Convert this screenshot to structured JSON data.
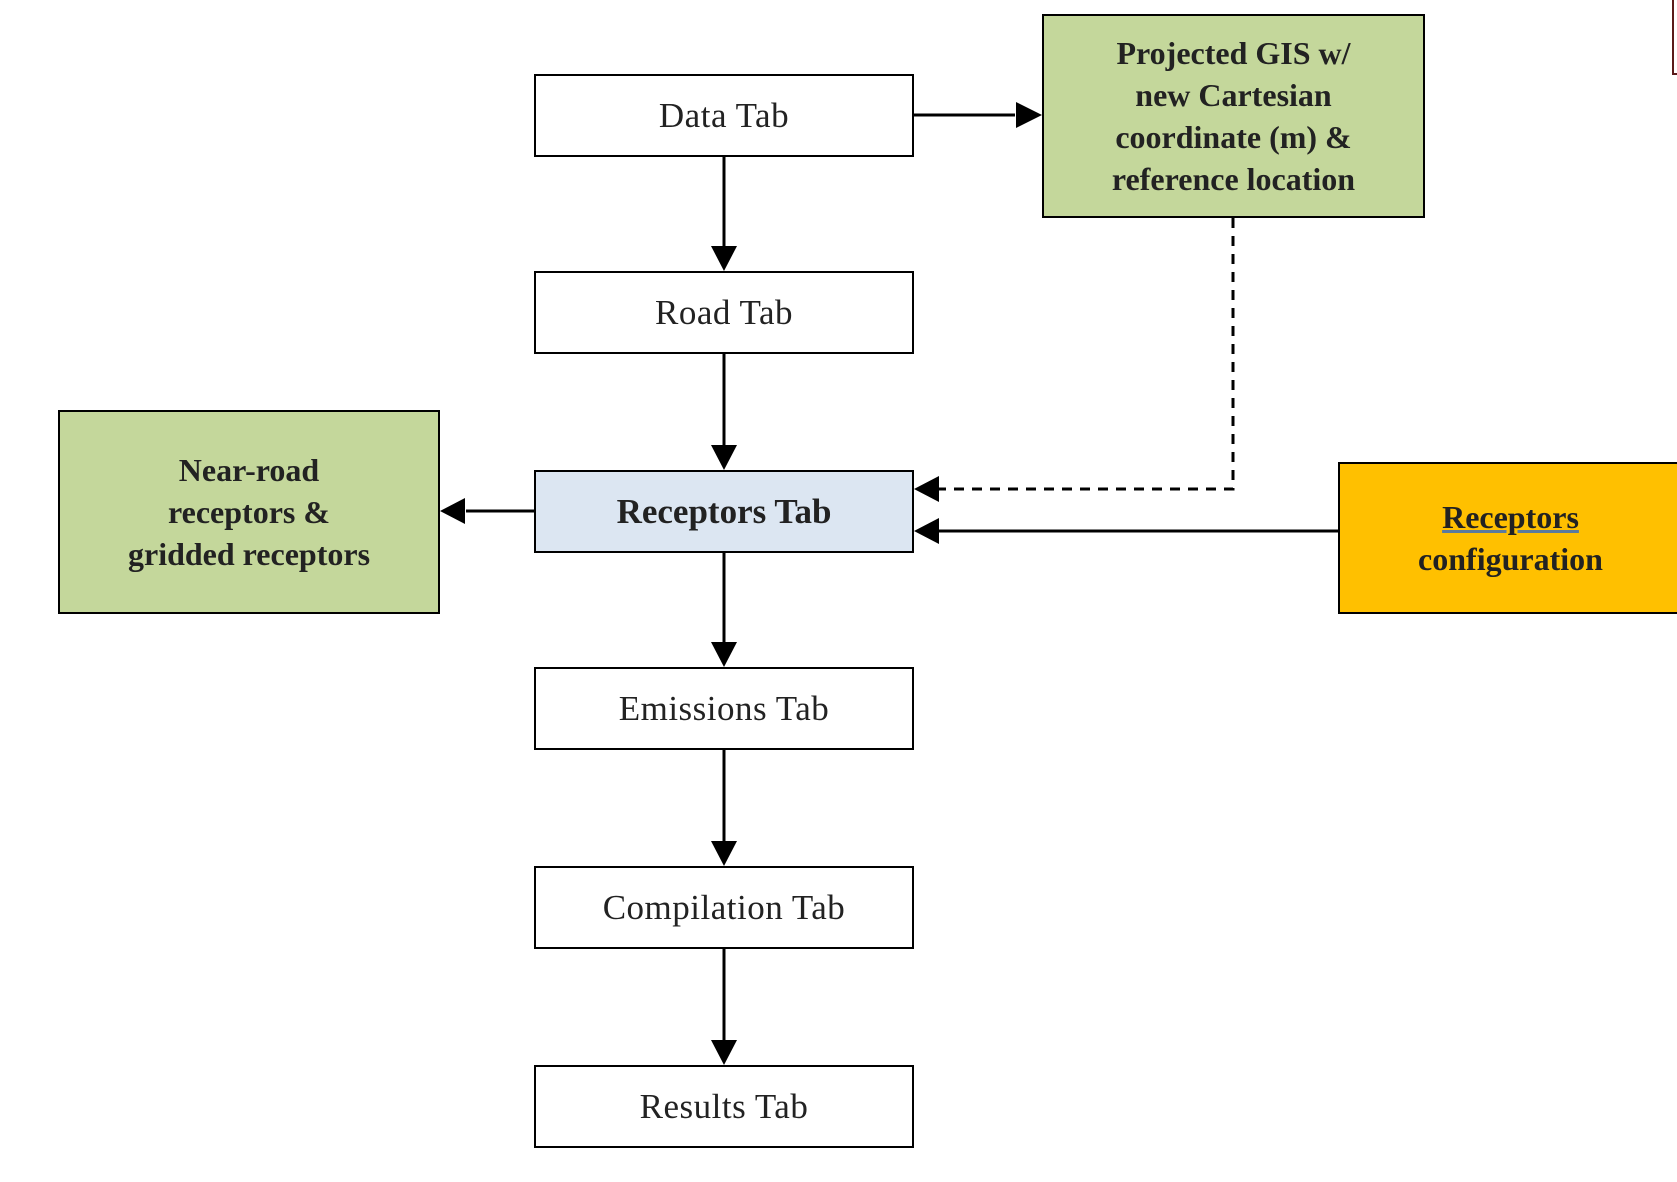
{
  "colors": {
    "tab_fill": "#ffffff",
    "highlight_fill": "#dce6f2",
    "output_fill": "#c4d79b",
    "config_fill": "#ffc000",
    "stroke": "#000000",
    "text": "#222222"
  },
  "nodes": {
    "data_tab": "Data Tab",
    "road_tab": "Road Tab",
    "receptors_tab": "Receptors Tab",
    "emissions_tab": "Emissions Tab",
    "compilation_tab": "Compilation Tab",
    "results_tab": "Results Tab",
    "projected_gis": {
      "line1": "Projected GIS w/",
      "line2": "new Cartesian",
      "line3": "coordinate (m) &",
      "line4": "reference location"
    },
    "near_road": {
      "line1": "Near-road",
      "line2": "receptors &",
      "line3": "gridded receptors"
    },
    "receptors_config": {
      "line1": "Receptors",
      "line2": "configuration"
    }
  },
  "edges": [
    {
      "from": "Data Tab",
      "to": "Road Tab",
      "style": "solid"
    },
    {
      "from": "Road Tab",
      "to": "Receptors Tab",
      "style": "solid"
    },
    {
      "from": "Receptors Tab",
      "to": "Emissions Tab",
      "style": "solid"
    },
    {
      "from": "Emissions Tab",
      "to": "Compilation Tab",
      "style": "solid"
    },
    {
      "from": "Compilation Tab",
      "to": "Results Tab",
      "style": "solid"
    },
    {
      "from": "Data Tab",
      "to": "Projected GIS w/ new Cartesian coordinate (m) & reference location",
      "style": "solid"
    },
    {
      "from": "Projected GIS w/ new Cartesian coordinate (m) & reference location",
      "to": "Receptors Tab",
      "style": "dashed"
    },
    {
      "from": "Receptors configuration",
      "to": "Receptors Tab",
      "style": "solid"
    },
    {
      "from": "Receptors Tab",
      "to": "Near-road receptors & gridded receptors",
      "style": "solid"
    }
  ]
}
